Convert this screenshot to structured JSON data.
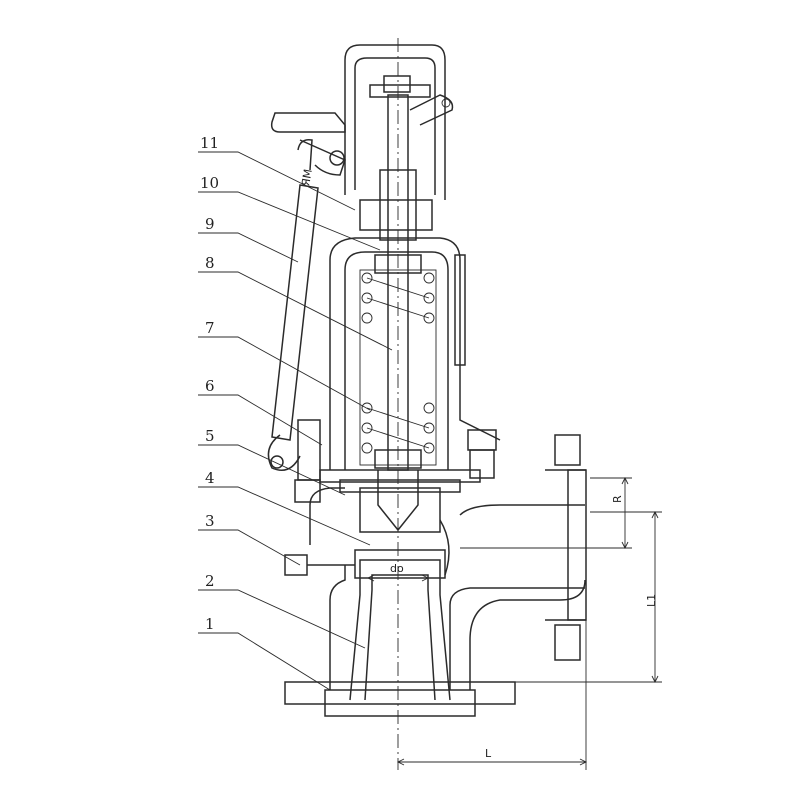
{
  "callouts": [
    "1",
    "2",
    "3",
    "4",
    "5",
    "6",
    "7",
    "8",
    "9",
    "10",
    "11"
  ],
  "dimensions": {
    "bore": "do",
    "length": "L",
    "height": "L1",
    "offset": "R"
  },
  "colors": {
    "line": "#2b2b2b",
    "background": "#ffffff"
  }
}
